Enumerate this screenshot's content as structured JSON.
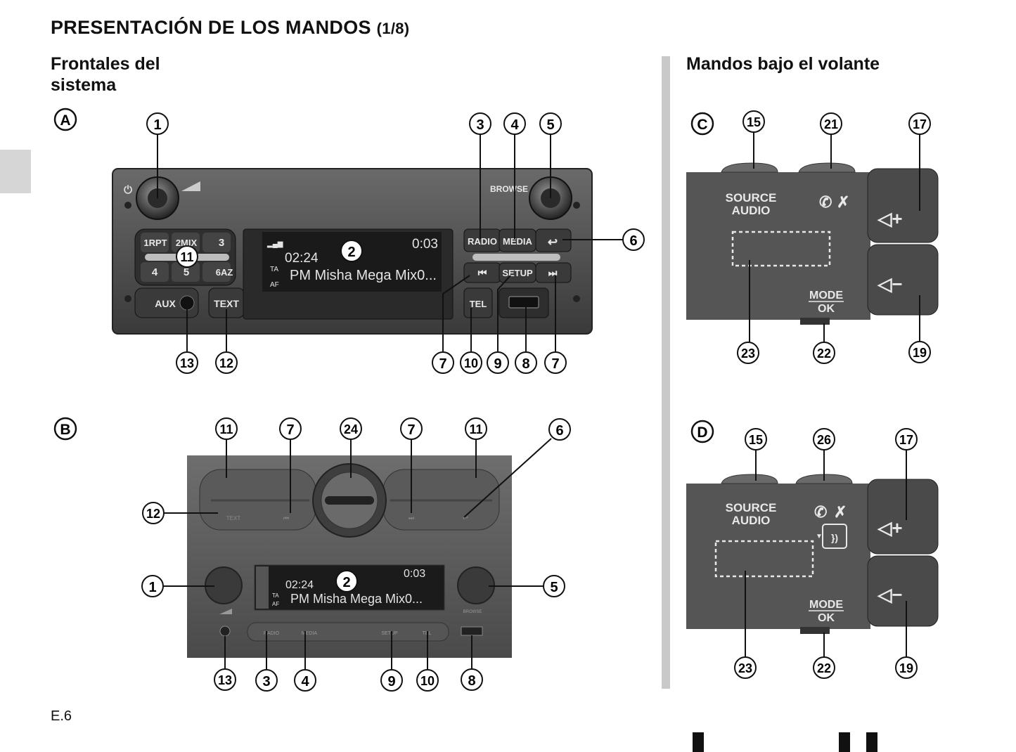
{
  "title": {
    "main": "PRESENTACIÓN DE LOS MANDOS",
    "part": "(1/8)"
  },
  "sections": {
    "left_heading_line1": "Frontales del",
    "left_heading_line2": "sistema",
    "right_heading": "Mandos bajo el volante"
  },
  "figure_letters": {
    "A": "A",
    "B": "B",
    "C": "C",
    "D": "D"
  },
  "callouts": {
    "n1": "1",
    "n2": "2",
    "n3": "3",
    "n4": "4",
    "n5": "5",
    "n6": "6",
    "n7": "7",
    "n8": "8",
    "n9": "9",
    "n10": "10",
    "n11": "11",
    "n12": "12",
    "n13": "13",
    "n15": "15",
    "n17": "17",
    "n19": "19",
    "n21": "21",
    "n22": "22",
    "n23": "23",
    "n24": "24",
    "n26": "26"
  },
  "radio_a": {
    "browse": "BROWSE",
    "presets": [
      "1RPT",
      "2MIX",
      "3",
      "4",
      "5",
      "6AZ"
    ],
    "aux": "AUX",
    "text": "TEXT",
    "radio": "RADIO",
    "media": "MEDIA",
    "setup": "SETUP",
    "tel": "TEL",
    "display": {
      "time": "02:24",
      "elapsed": "0:03",
      "track": "PM Misha Mega Mix0...",
      "ta": "TA",
      "af": "AF"
    }
  },
  "radio_b": {
    "display": {
      "time": "02:24",
      "elapsed": "0:03",
      "track": "PM Misha Mega Mix0...",
      "ta": "TA",
      "af": "AF"
    },
    "buttons": [
      "RADIO",
      "MEDIA",
      "SETUP",
      "TEL"
    ],
    "text": "TEXT",
    "browse": "BROWSE"
  },
  "stalk": {
    "source1": "SOURCE",
    "source2": "AUDIO",
    "mode": "MODE",
    "ok": "OK"
  },
  "page_label": "E.6"
}
